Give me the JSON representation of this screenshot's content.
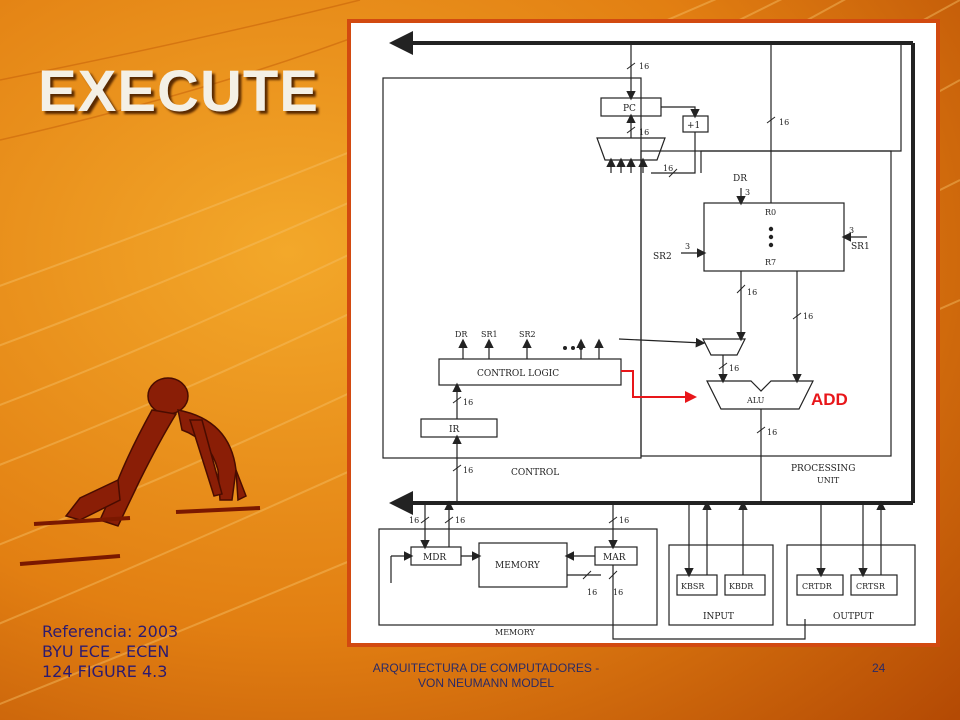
{
  "slide": {
    "title": "EXECUTE",
    "reference": [
      "Referencia: 2003",
      "BYU ECE - ECEN",
      "124 FIGURE 4.3"
    ],
    "footer": [
      "ARQUITECTURA  DE COMPUTADORES  -",
      "VON NEUMANN MODEL"
    ],
    "page_number": "24"
  },
  "diagram": {
    "registers": {
      "pc": "PC",
      "inc": "+1",
      "ir": "IR",
      "mdr": "MDR",
      "mar": "MAR",
      "memory": "MEMORY",
      "kbsr": "KBSR",
      "kbdr": "KBDR",
      "crtdr": "CRTDR",
      "crtsr": "CRTSR",
      "alu": "ALU"
    },
    "regfile": {
      "top": "R0",
      "bottom": "R7",
      "dr": "DR",
      "sr1": "SR1",
      "sr2": "SR2",
      "width3": "3"
    },
    "control_logic": {
      "label": "CONTROL  LOGIC",
      "dr": "DR",
      "sr1": "SR1",
      "sr2": "SR2"
    },
    "sections": {
      "control": "CONTROL",
      "processing": "PROCESSING",
      "unit": "UNIT",
      "memory": "MEMORY",
      "input": "INPUT",
      "output": "OUTPUT"
    },
    "bus_width": "16",
    "highlight": {
      "label": "ADD",
      "color": "#e8161a"
    }
  },
  "colors": {
    "frame": "#d24a10",
    "title": "#f4f0e6",
    "reference": "#2c1a70",
    "footer": "#2a2a66"
  }
}
